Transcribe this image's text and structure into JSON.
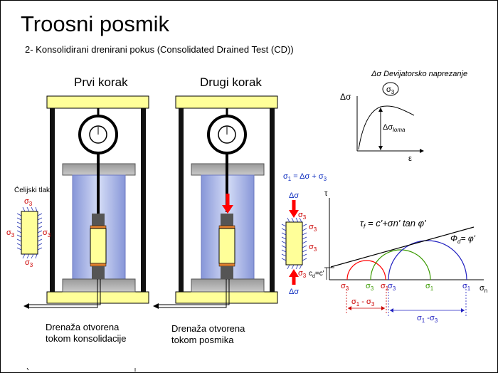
{
  "slide": {
    "title": "Troosni posmik",
    "subtitle": "2- Konsolidirani drenirani pokus (Consolidated Drained Test (CD))"
  },
  "steps": {
    "first": "Prvi korak",
    "second": "Drugi korak"
  },
  "left_sample": {
    "label": "Ćelijski tlak",
    "sigma": "σ",
    "sub": "3"
  },
  "drain_captions": {
    "first_line1": "Drenaža otvorena",
    "first_line2": "tokom konsolidacije",
    "second_line1": "Drenaža otvorena",
    "second_line2": "tokom posmika"
  },
  "right_sample": {
    "equation": "σ",
    "eq_sub": "1",
    "eq_rest": " = Δσ + σ",
    "eq_sub2": "3",
    "delta_sigma": "Δσ",
    "sigma": "σ",
    "sub": "3"
  },
  "stress_strain": {
    "title": "Δσ  Devijatorsko naprezanje",
    "y_label": "Δσ",
    "x_label": "ε",
    "confining": "σ",
    "confining_sub": "3",
    "peak_label": "Δσ",
    "peak_sub": "loma"
  },
  "mohr": {
    "tau": "τ",
    "sigma_n": "σ",
    "sigma_n_sub": "n",
    "criterion": "τ",
    "criterion_sub": "f",
    "criterion_rest": " = c'+σn' tan φ'",
    "phi": "Φ",
    "phi_sub": "d",
    "phi_rest": "= φ'",
    "cohesion": "c",
    "cohesion_sub": "d",
    "cohesion_rest": "=c'",
    "s3": "σ",
    "s1": "σ",
    "sub3": "3",
    "sub1": "1",
    "diff_red": "σ",
    "diff_red_rest": " - σ",
    "diff_blue": "σ",
    "diff_blue_rest": " -σ"
  },
  "colors": {
    "red_circle": "#ff0000",
    "green_circle": "#3a9a00",
    "blue_circle": "#2020c0",
    "arrow": "#ff0000",
    "frame_yellow": "#ffff99",
    "cell_blue": "#a8b4e8",
    "sample_yellow": "#ffff99",
    "porous_orange": "#e08030"
  }
}
